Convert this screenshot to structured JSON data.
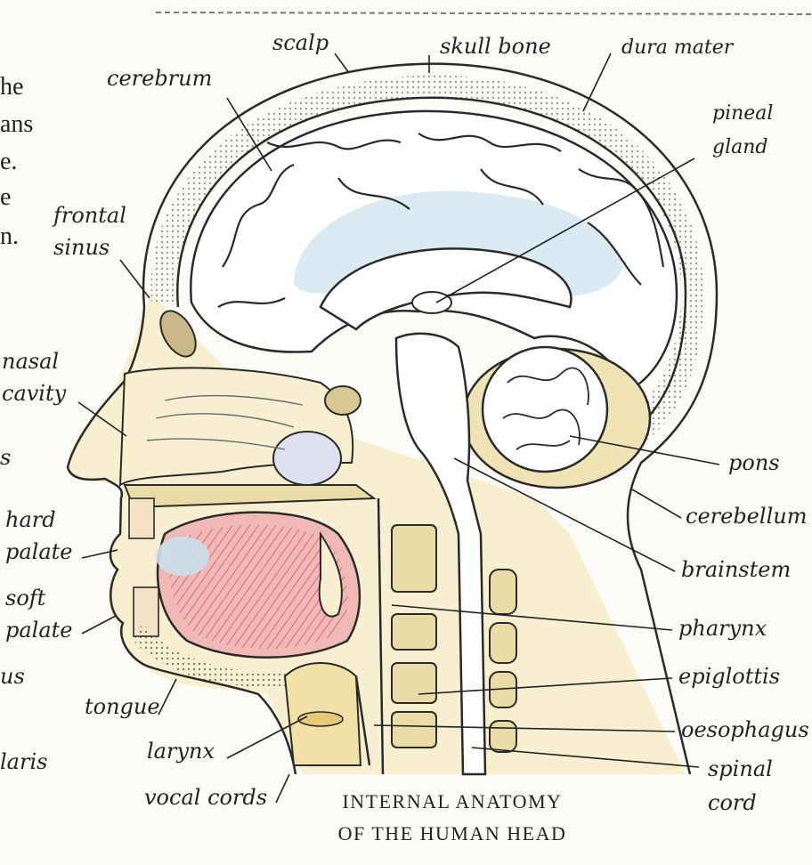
{
  "caption": {
    "line1": "INTERNAL ANATOMY",
    "line2": "OF THE HUMAN HEAD"
  },
  "labels": {
    "scalp": "scalp",
    "skull_bone": "skull bone",
    "dura_mater": "dura mater",
    "cerebrum": "cerebrum",
    "pineal_1": "pineal",
    "pineal_2": "gland",
    "frontal_1": "frontal",
    "frontal_2": "sinus",
    "nasal_1": "nasal",
    "nasal_2": "cavity",
    "hard_1": "hard",
    "hard_2": "palate",
    "soft_1": "soft",
    "soft_2": "palate",
    "tongue": "tongue",
    "larynx": "larynx",
    "vocal_cords": "vocal cords",
    "pons": "pons",
    "cerebellum": "cerebellum",
    "brainstem": "brainstem",
    "pharynx": "pharynx",
    "epiglottis": "epiglottis",
    "oesophagus": "oesophagus",
    "spinal_1": "spinal",
    "spinal_2": "cord"
  },
  "edge_text": {
    "l1": "he",
    "l2": "ans",
    "l3": "e.",
    "l4": "e",
    "l5": "n.",
    "l6": "s",
    "l7": "us",
    "l8": "laris"
  },
  "colors": {
    "brain": "#ffffff",
    "ventricle": "#d6e8f2",
    "skull": "#f0e6c4",
    "tongue": "#d9363e",
    "bone": "#e9dca6"
  }
}
